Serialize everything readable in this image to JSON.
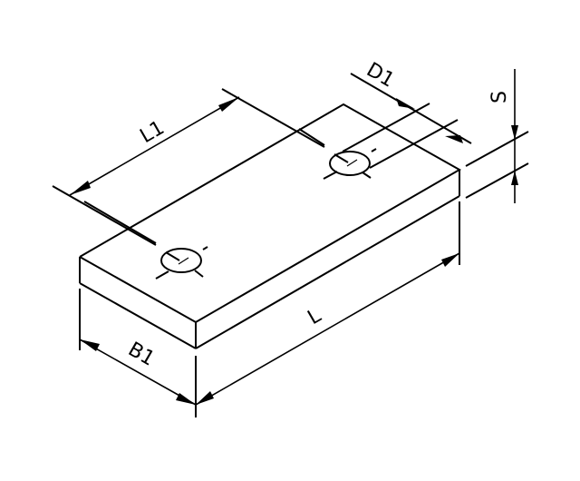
{
  "diagram": {
    "type": "isometric technical drawing",
    "subject": "rectangular plate with two holes",
    "colors": {
      "line": "#000000",
      "background": "#ffffff"
    },
    "dimensions": {
      "L": "L",
      "B1": "B1",
      "L1": "L1",
      "D1": "D1",
      "S": "S"
    }
  }
}
